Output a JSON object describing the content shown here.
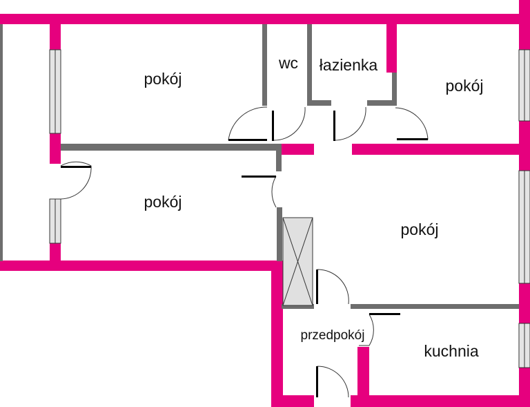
{
  "title": "floor plan",
  "colors": {
    "exterior_wall": "#e6007e",
    "interior_wall": "#6e6e6e",
    "shaft": "#e0e0e0"
  },
  "rooms": {
    "room_top_left": "pokój",
    "wc": "wc",
    "bathroom": "łazienka",
    "room_top_right": "pokój",
    "room_middle_left": "pokój",
    "room_middle_right": "pokój",
    "hallway": "przedpokój",
    "kitchen": "kuchnia"
  }
}
